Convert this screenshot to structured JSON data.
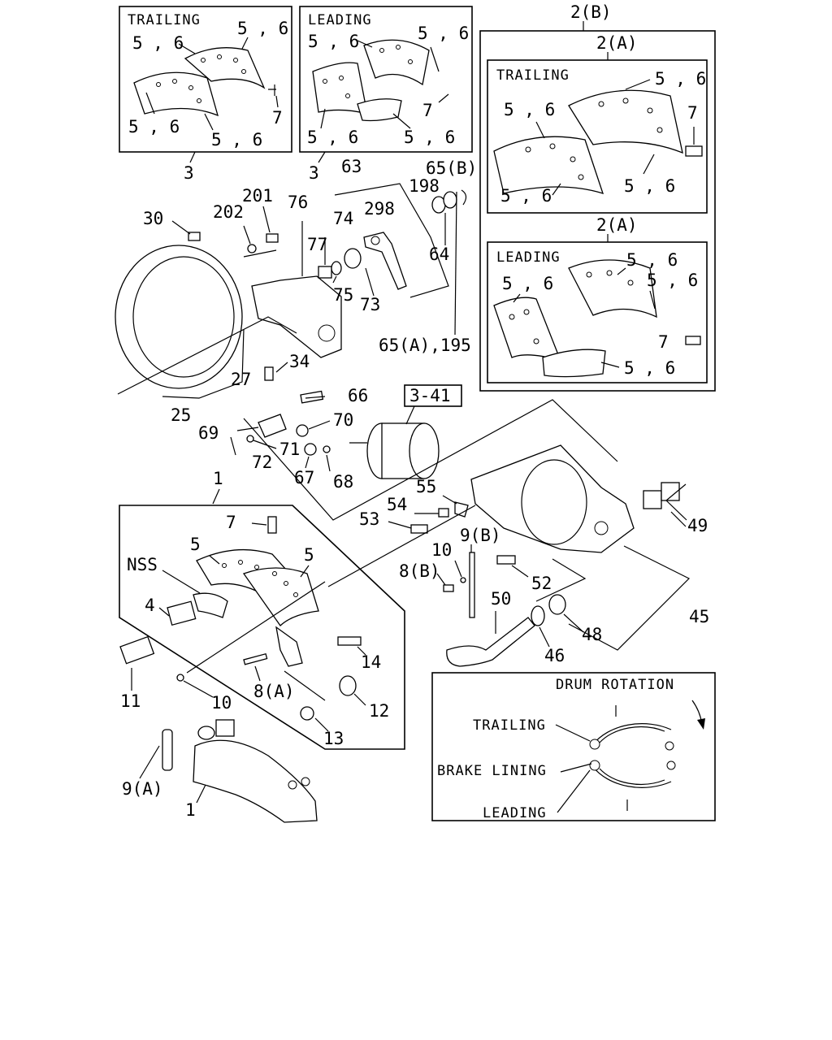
{
  "panels": {
    "top_trailing": {
      "title": "TRAILING",
      "callouts": [
        "5 , 6",
        "5 , 6",
        "5 , 6",
        "5 , 6",
        "7"
      ],
      "ref": "3"
    },
    "top_leading": {
      "title": "LEADING",
      "callouts": [
        "5 , 6",
        "5 , 6",
        "5 , 6",
        "5 , 6",
        "7"
      ],
      "ref": "3"
    },
    "right_group": {
      "outer_ref": "2(B)",
      "trailing": {
        "ref": "2(A)",
        "title": "TRAILING",
        "callouts": [
          "5 , 6",
          "5 , 6",
          "5 , 6",
          "5 , 6",
          "7"
        ]
      },
      "leading": {
        "ref": "2(A)",
        "title": "LEADING",
        "callouts": [
          "5 , 6",
          "5 , 6",
          "5 , 6",
          "5 , 6",
          "7"
        ]
      }
    },
    "shoe_group": {
      "ref": "1",
      "callouts": [
        "7",
        "5",
        "5",
        "NSS",
        "4",
        "14",
        "11",
        "8(A)",
        "10",
        "12",
        "13"
      ]
    },
    "drum_rotation": {
      "title": "DRUM ROTATION",
      "labels": [
        "TRAILING",
        "BRAKE LINING",
        "LEADING"
      ]
    }
  },
  "callouts_assembly": [
    "30",
    "201",
    "202",
    "76",
    "77",
    "63",
    "298",
    "198",
    "65(B)",
    "74",
    "64",
    "75",
    "73",
    "65(A),195",
    "34",
    "27",
    "25",
    "66",
    "3-41",
    "69",
    "70",
    "71",
    "72",
    "67",
    "68",
    "55",
    "54",
    "53",
    "49",
    "9(B)",
    "10",
    "8(B)",
    "52",
    "50",
    "45",
    "48",
    "46",
    "9(A)",
    "1"
  ],
  "icons": [
    "brake-shoe",
    "brake-lining",
    "backing-plate",
    "anchor-bracket",
    "slack-adjuster",
    "brake-chamber",
    "camshaft",
    "spider-bracket",
    "return-spring",
    "rotation-arrow"
  ]
}
